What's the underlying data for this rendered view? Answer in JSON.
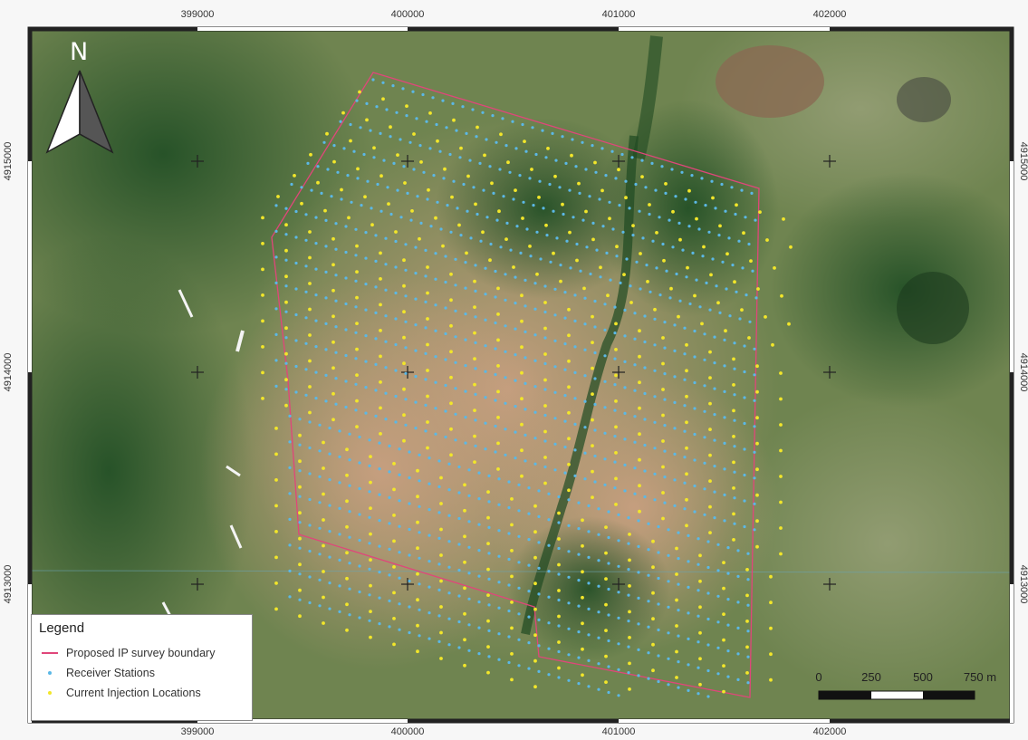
{
  "map": {
    "north_label": "N",
    "ticks_x": [
      {
        "label": "399000",
        "value": 399000
      },
      {
        "label": "400000",
        "value": 400000
      },
      {
        "label": "401000",
        "value": 401000
      },
      {
        "label": "402000",
        "value": 402000
      }
    ],
    "ticks_y": [
      {
        "label": "4915000",
        "value": 4915000
      },
      {
        "label": "4914000",
        "value": 4914000
      },
      {
        "label": "4913000",
        "value": 4913000
      }
    ],
    "legend": {
      "title": "Legend",
      "items": [
        {
          "label": "Proposed IP survey boundary",
          "symbol": "line",
          "color": "#e0467a"
        },
        {
          "label": "Receiver Stations",
          "symbol": "dot",
          "color": "#5bb8e6"
        },
        {
          "label": "Current Injection Locations",
          "symbol": "dot",
          "color": "#f2e62a"
        }
      ]
    },
    "scalebar": {
      "labels": [
        "0",
        "250",
        "500",
        "750 m"
      ]
    },
    "colors": {
      "boundary": "#e0467a",
      "receiver": "#5bb8e6",
      "injection": "#f2e62a",
      "terrain_green": "#3f6b35",
      "terrain_tan": "#b58f6e"
    }
  }
}
